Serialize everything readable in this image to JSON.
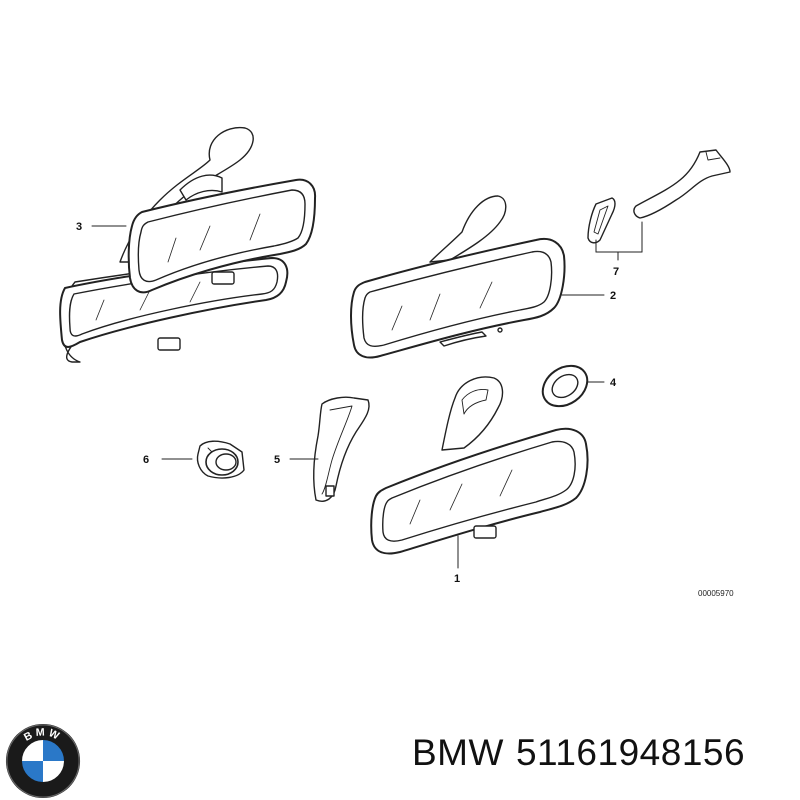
{
  "diagram": {
    "callouts": [
      "1",
      "2",
      "3",
      "4",
      "5",
      "6",
      "7"
    ],
    "reference_number": "00005970"
  },
  "brand": {
    "logo_letters": "BMW",
    "name": "BMW",
    "part_number": "51161948156"
  }
}
